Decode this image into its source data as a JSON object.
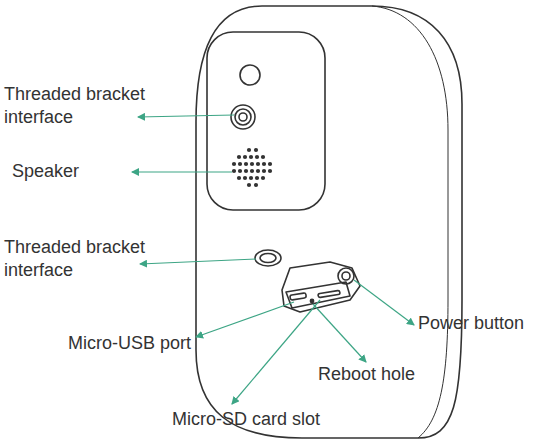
{
  "diagram": {
    "labels": [
      "Threaded bracket interface",
      "Speaker",
      "Threaded bracket interface",
      "Micro-USB port",
      "Power button",
      "Reboot hole",
      "Micro-SD card slot"
    ]
  }
}
